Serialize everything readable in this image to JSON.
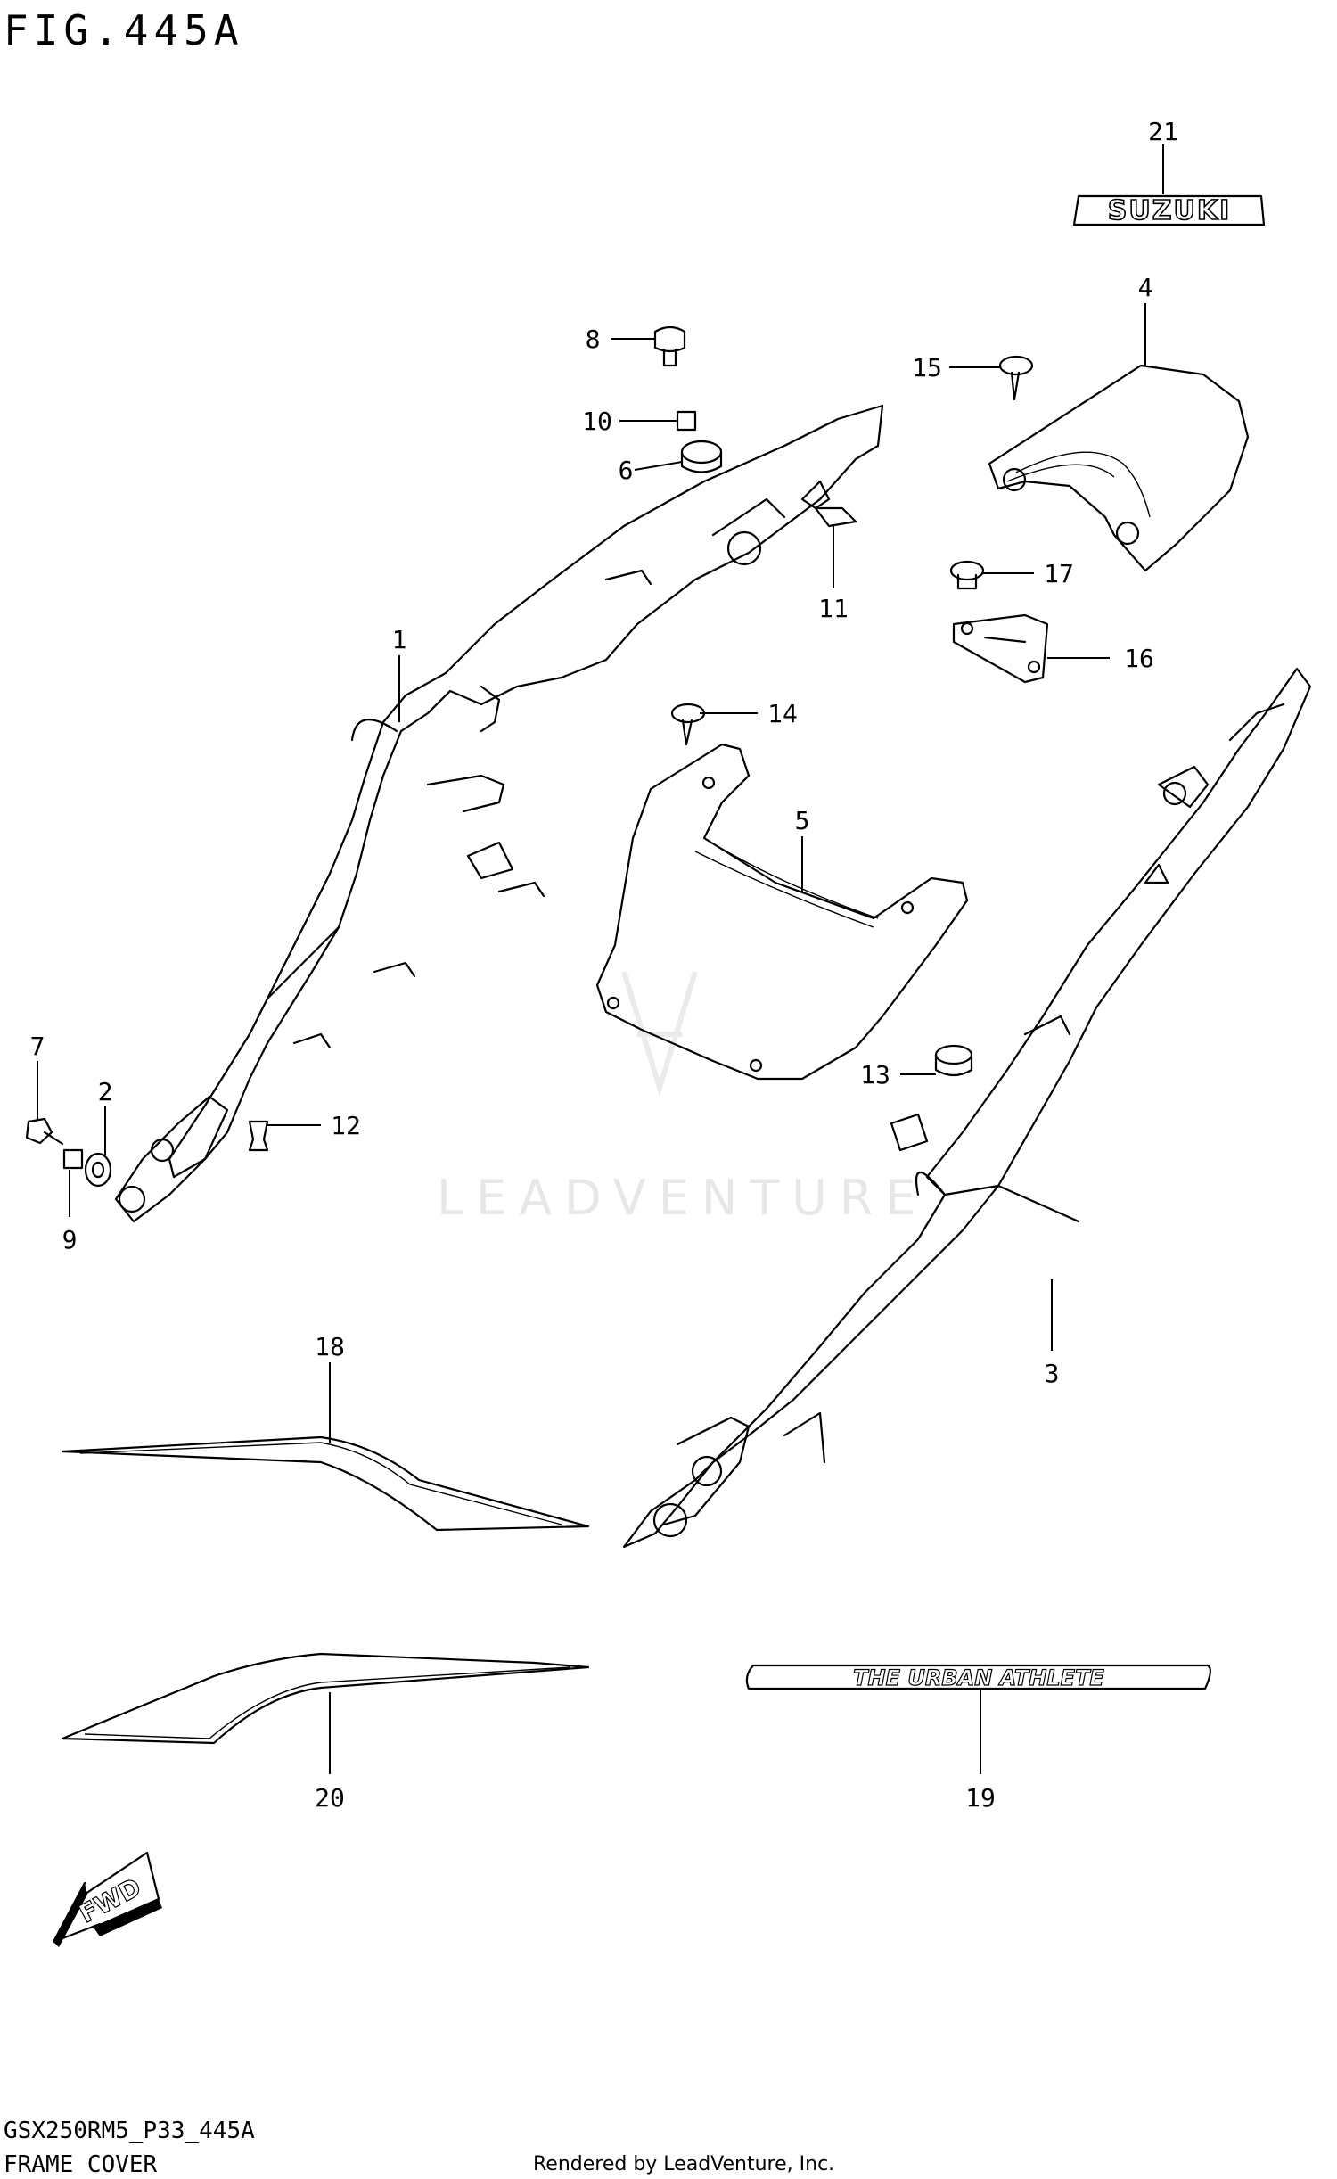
{
  "header": {
    "title": "FIG.445A"
  },
  "footer": {
    "model_code": "GSX250RM5_P33_445A",
    "section_name": "FRAME COVER",
    "credit": "Rendered by LeadVenture, Inc."
  },
  "watermark": {
    "text": "LEADVENTURE"
  },
  "decals": {
    "suzuki": "SUZUKI",
    "urban_athlete": "THE URBAN ATHLETE",
    "fwd": "FWD"
  },
  "callouts": [
    {
      "id": "1",
      "label": "1"
    },
    {
      "id": "2",
      "label": "2"
    },
    {
      "id": "3",
      "label": "3"
    },
    {
      "id": "4",
      "label": "4"
    },
    {
      "id": "5",
      "label": "5"
    },
    {
      "id": "6",
      "label": "6"
    },
    {
      "id": "7",
      "label": "7"
    },
    {
      "id": "8",
      "label": "8"
    },
    {
      "id": "9",
      "label": "9"
    },
    {
      "id": "10",
      "label": "10"
    },
    {
      "id": "11",
      "label": "11"
    },
    {
      "id": "12",
      "label": "12"
    },
    {
      "id": "13",
      "label": "13"
    },
    {
      "id": "14",
      "label": "14"
    },
    {
      "id": "15",
      "label": "15"
    },
    {
      "id": "16",
      "label": "16"
    },
    {
      "id": "17",
      "label": "17"
    },
    {
      "id": "18",
      "label": "18"
    },
    {
      "id": "19",
      "label": "19"
    },
    {
      "id": "20",
      "label": "20"
    },
    {
      "id": "21",
      "label": "21"
    }
  ]
}
